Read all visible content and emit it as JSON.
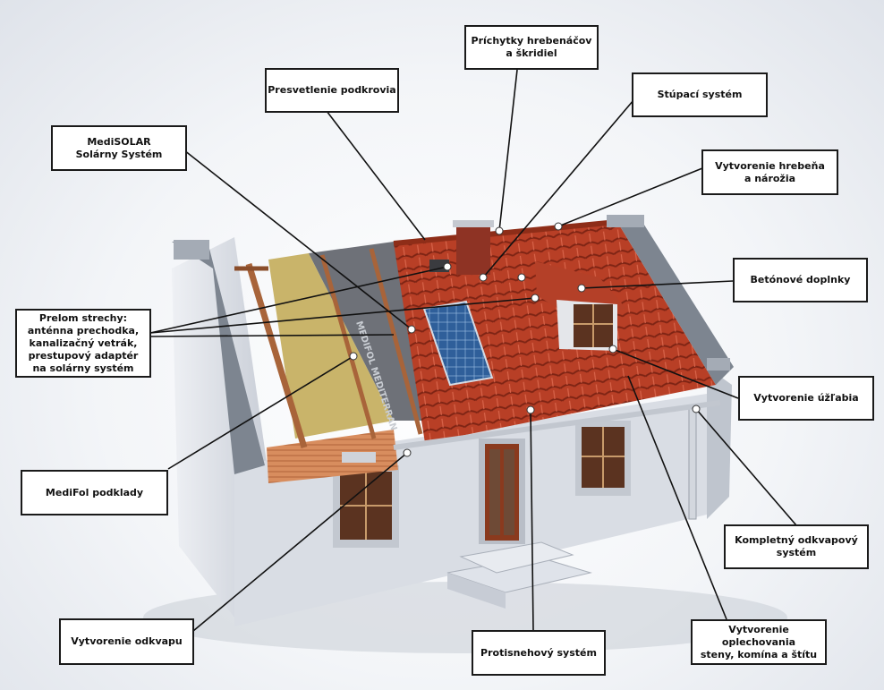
{
  "colors": {
    "roof_tile": "#b83f26",
    "wall": "#d9dde4",
    "parapet": "#7d8590",
    "insulation": "#c9b46a",
    "underlay": "#6e7178",
    "solar_panel": "#2f5f9a",
    "label_border": "#1a1a1a",
    "leader_line": "#111111"
  },
  "labels": {
    "prichytky": "Príchytky hrebenáčov\na škridiel",
    "presvetlenie": "Presvetlenie podkrovia",
    "stupaci": "Stúpací systém",
    "medisolar": "MediSOLAR\nSolárny Systém",
    "hreben": "Vytvorenie hrebeňa\na nárožia",
    "betonove": "Betónové doplnky",
    "prelom": "Prelom strechy:\nanténna prechodka,\nkanalizačný vetrák,\nprestupový adaptér\nna solárny systém",
    "uzlabie": "Vytvorenie úžľabia",
    "medifol": "MediFol podklady",
    "odkvapovy": "Kompletný odkvapový\nsystém",
    "odkvap": "Vytvorenie odkvapu",
    "protisnehovy": "Protisnehový systém",
    "oplechovanie": "Vytvorenie oplechovania\nsteny, komína a štítu"
  },
  "underlay_print": "MEDIFOL MEDITERRAN"
}
